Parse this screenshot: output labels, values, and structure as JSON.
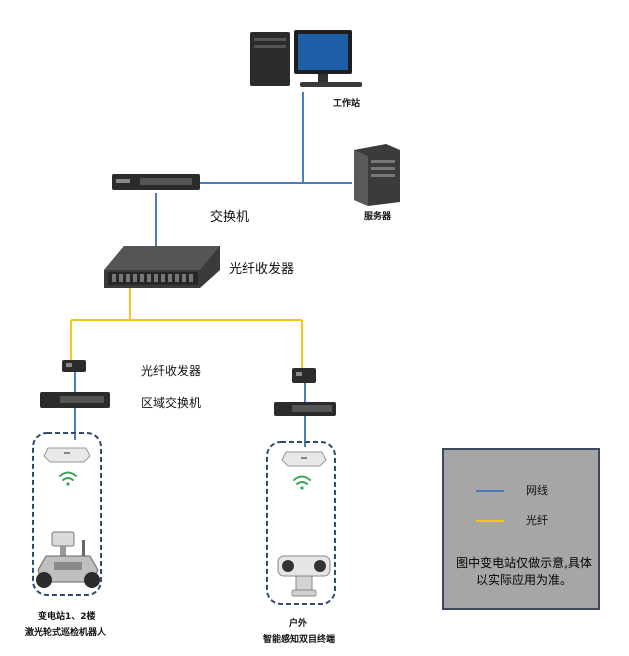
{
  "labels": {
    "workstation": "工作站",
    "server": "服务器",
    "switch": "交换机",
    "fiber_transceiver_main": "光纤收发器",
    "fiber_transceiver_area": "光纤收发器",
    "area_switch": "区域交换机",
    "left_site_line1": "变电站1、2楼",
    "left_site_line2": "激光轮式巡检机器人",
    "right_site_line1": "户外",
    "right_site_line2": "智能感知双目终端"
  },
  "legend": {
    "network_line": "网线",
    "fiber": "光纤",
    "note": "图中变电站仅做示意,具体以实际应用为准。"
  },
  "colors": {
    "network_line": "#4a7ebb",
    "fiber": "#f5c518",
    "legend_bg": "#a6a6a6",
    "legend_border": "#3b4a5e",
    "device_dark": "#2b2b2b",
    "zone_border": "#2f4b6e"
  },
  "icons": [
    "workstation-computer-icon",
    "server-tower-icon",
    "network-switch-icon",
    "fiber-transceiver-rack-icon",
    "media-converter-icon",
    "wireless-access-point-icon",
    "wifi-signal-icon",
    "inspection-robot-icon",
    "binocular-camera-icon"
  ]
}
